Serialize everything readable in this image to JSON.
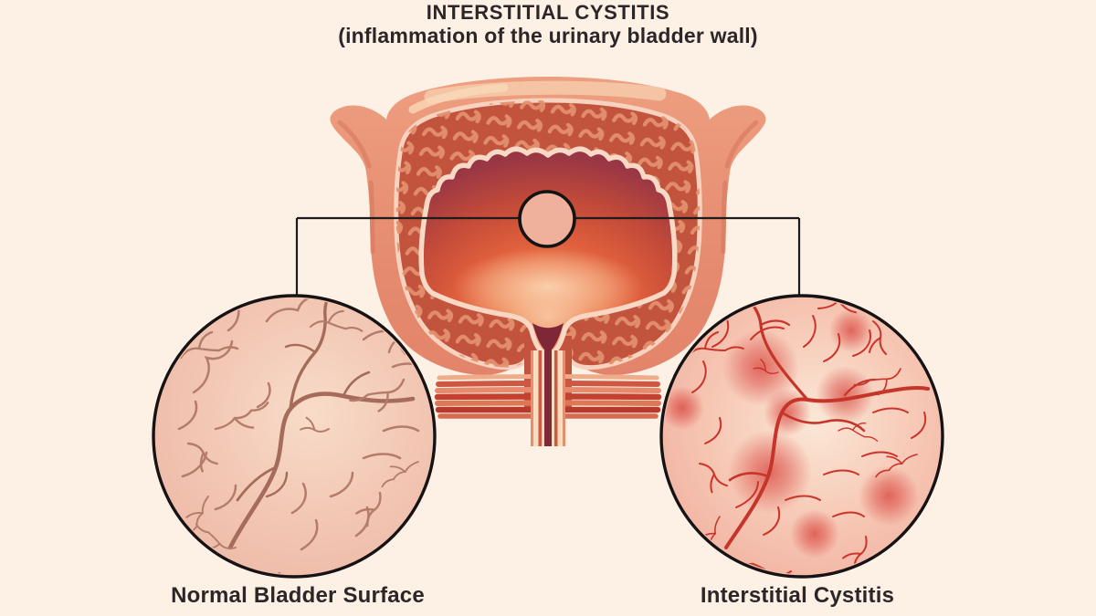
{
  "title": {
    "line1": "INTERSTITIAL CYSTITIS",
    "line2": "(inflammation of the urinary bladder wall)"
  },
  "labels": {
    "left": "Normal Bladder Surface",
    "right": "Interstitial Cystitis"
  },
  "colors": {
    "background": "#fdf1e6",
    "ink": "#2c2628",
    "leader_line": "#1c1c1c",
    "bladder_outer": "#e78f73",
    "bladder_highlight": "#f4c6a6",
    "muscle_wall": "#c2543d",
    "muscle_texture": "#e3906f",
    "lining_cream": "#f8d9c6",
    "lumen_dark": "#8a2f3f",
    "lumen_bright": "#e05f3c",
    "lumen_glow": "#f6c39d",
    "urethra_core": "#7e2736",
    "normal_surface": "#f2c4b2",
    "normal_vessels": "#ae7765",
    "ic_surface": "#f4bcab",
    "ic_vessels": "#cb342a",
    "ic_inflammation": "#d22823"
  }
}
